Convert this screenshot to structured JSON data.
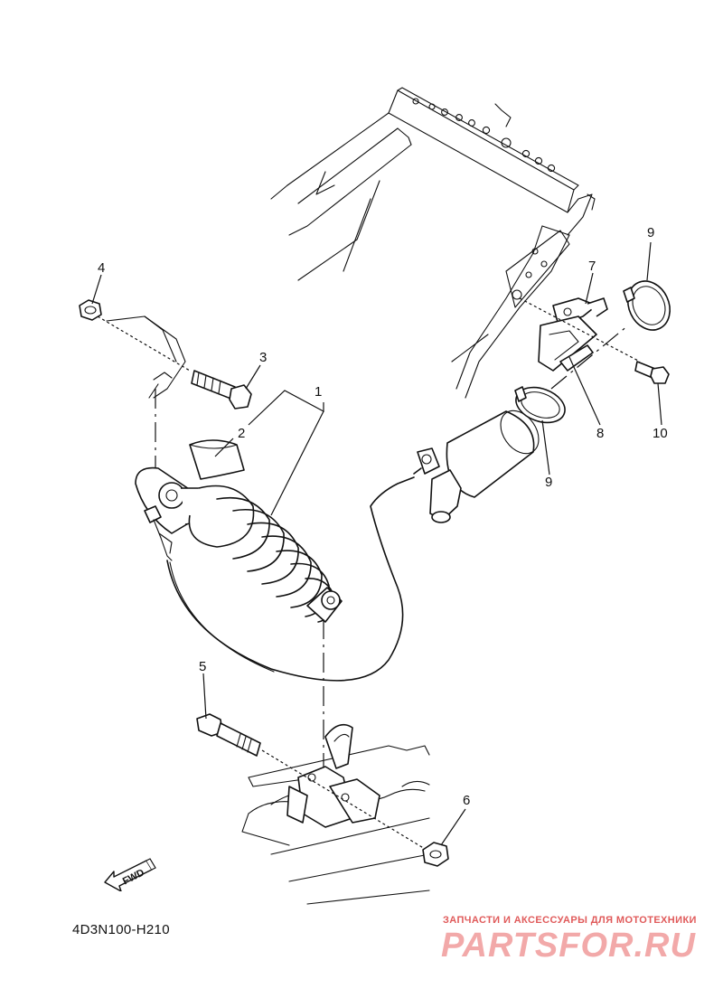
{
  "diagram": {
    "callouts": [
      {
        "id": "1",
        "label": "1"
      },
      {
        "id": "2",
        "label": "2"
      },
      {
        "id": "3",
        "label": "3"
      },
      {
        "id": "4",
        "label": "4"
      },
      {
        "id": "5",
        "label": "5"
      },
      {
        "id": "6",
        "label": "6"
      },
      {
        "id": "7",
        "label": "7"
      },
      {
        "id": "8",
        "label": "8"
      },
      {
        "id": "9a",
        "label": "9"
      },
      {
        "id": "9b",
        "label": "9"
      },
      {
        "id": "10",
        "label": "10"
      }
    ],
    "fwd_label": "FWD",
    "drawing_code": "4D3N100-H210"
  },
  "watermark": {
    "tagline": "ЗАПЧАСТИ И АКСЕССУАРЫ ДЛЯ МОТОТЕХНИКИ",
    "logo_text": "PARTSFOR.RU",
    "color": "#e05a5a",
    "light_color": "#f2a9a9"
  }
}
